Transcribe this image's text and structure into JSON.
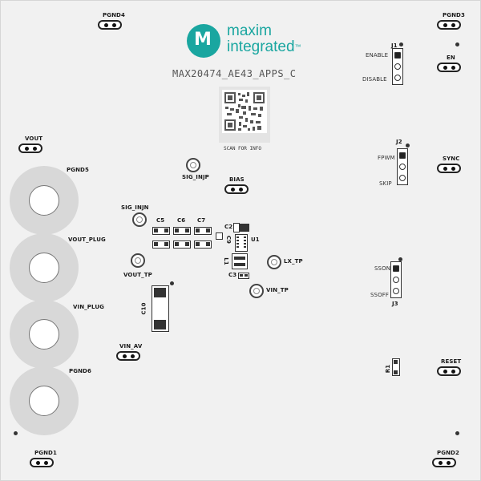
{
  "logo": {
    "line1": "maxim",
    "line2": "integrated",
    "tm": "™",
    "mark_icon": "maxim-logo-icon"
  },
  "board_name": "MAX20474_AE43_APPS_C",
  "qr": {
    "caption": "SCAN FOR INFO"
  },
  "pads": {
    "pgnd4": "PGND4",
    "pgnd3": "PGND3",
    "pgnd5": "PGND5",
    "pgnd6": "PGND6",
    "pgnd1": "PGND1",
    "pgnd2": "PGND2",
    "vout": "VOUT",
    "vout_plug": "VOUT_PLUG",
    "vin_plug": "VIN_PLUG",
    "vin_av": "VIN_AV",
    "en": "EN",
    "sync": "SYNC",
    "reset": "RESET",
    "bias": "BIAS"
  },
  "testpoints": {
    "sig_injp": "SIG_INJP",
    "sig_injn": "SIG_INJN",
    "vout_tp": "VOUT_TP",
    "lx_tp": "LX_TP",
    "vin_tp": "VIN_TP"
  },
  "jumpers": {
    "j1": {
      "ref": "J1",
      "top": "ENABLE",
      "bottom": "DISABLE"
    },
    "j2": {
      "ref": "J2",
      "top": "FPWM",
      "bottom": "SKIP"
    },
    "j3": {
      "ref": "J3",
      "top": "SSON",
      "bottom": "SSOFF"
    }
  },
  "components": {
    "c5": "C5",
    "c6": "C6",
    "c7": "C7",
    "c2": "C2",
    "c9": "C9",
    "u1": "U1",
    "l1": "L1",
    "c3": "C3",
    "c10": "C10",
    "r1": "R1"
  },
  "colors": {
    "brand": "#1aa6a0",
    "board": "#f1f1f1",
    "silk": "#1a1a1a"
  }
}
